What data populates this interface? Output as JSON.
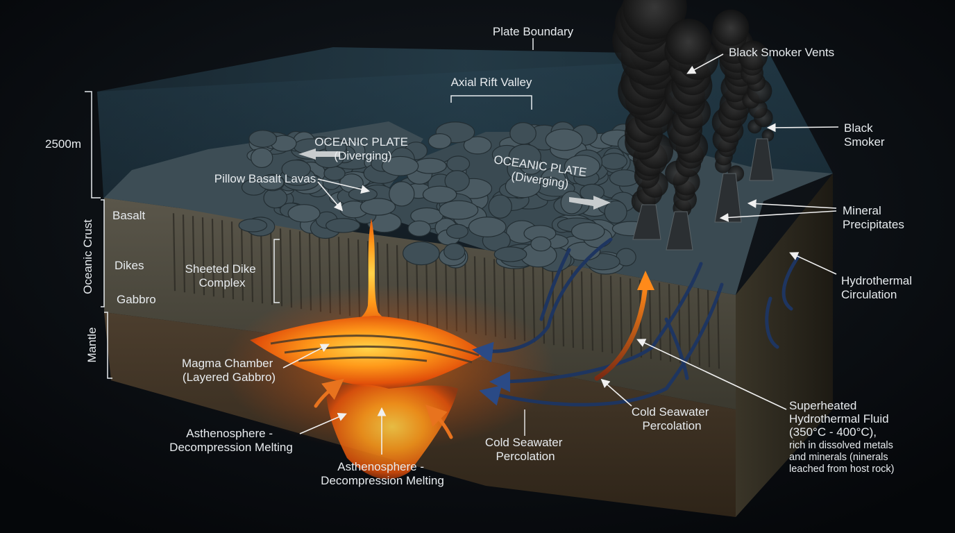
{
  "labels": {
    "plate_boundary": "Plate Boundary",
    "axial_rift_valley": "Axial Rift Valley",
    "black_smoker_vents": "Black Smoker Vents",
    "black_smoker": [
      "Black",
      "Smoker"
    ],
    "mineral_precipitates": [
      "Mineral",
      "Precipitates"
    ],
    "hydrothermal_circulation": [
      "Hydrothermal",
      "Circulation"
    ],
    "oceanic_plate_left": [
      "OCEANIC PLATE",
      "(Diverging)"
    ],
    "oceanic_plate_right": [
      "OCEANIC PLATE",
      "(Diverging)"
    ],
    "pillow_basalt_lavas": "Pillow Basalt Lavas",
    "depth": "2500m",
    "oceanic_crust": "Oceanic Crust",
    "mantle": "Mantle",
    "basalt": "Basalt",
    "dikes": "Dikes",
    "gabbro": "Gabbro",
    "sheeted_dike_complex": [
      "Sheeted Dike",
      "Complex"
    ],
    "magma_chamber": [
      "Magma Chamber",
      "(Layered Gabbro)"
    ],
    "asthenosphere_left": [
      "Asthenosphere -",
      "Decompression Melting"
    ],
    "asthenosphere_center": [
      "Asthenosphere -",
      "Decompression Melting"
    ],
    "cold_seawater_center": [
      "Cold Seawater",
      "Percolation"
    ],
    "cold_seawater_right": [
      "Cold Seawater",
      "Percolation"
    ],
    "superheated_fluid": [
      "Superheated",
      "Hydrothermal Fluid",
      "(350°C - 400°C),",
      "rich in dissolved metals",
      "and minerals (ninerals",
      "leached from host rock)"
    ]
  },
  "colors": {
    "background": "#07090c",
    "ocean": "#1f3a4a",
    "seafloor": "#3a4a52",
    "crust": "#4e4a40",
    "mantle": "#4a3c2c",
    "magma_core": "#ffb020",
    "magma_edge": "#e04a08",
    "cold_water": "#1e3560",
    "smoke": "#1c1c1c",
    "label": "#e8ecef"
  }
}
